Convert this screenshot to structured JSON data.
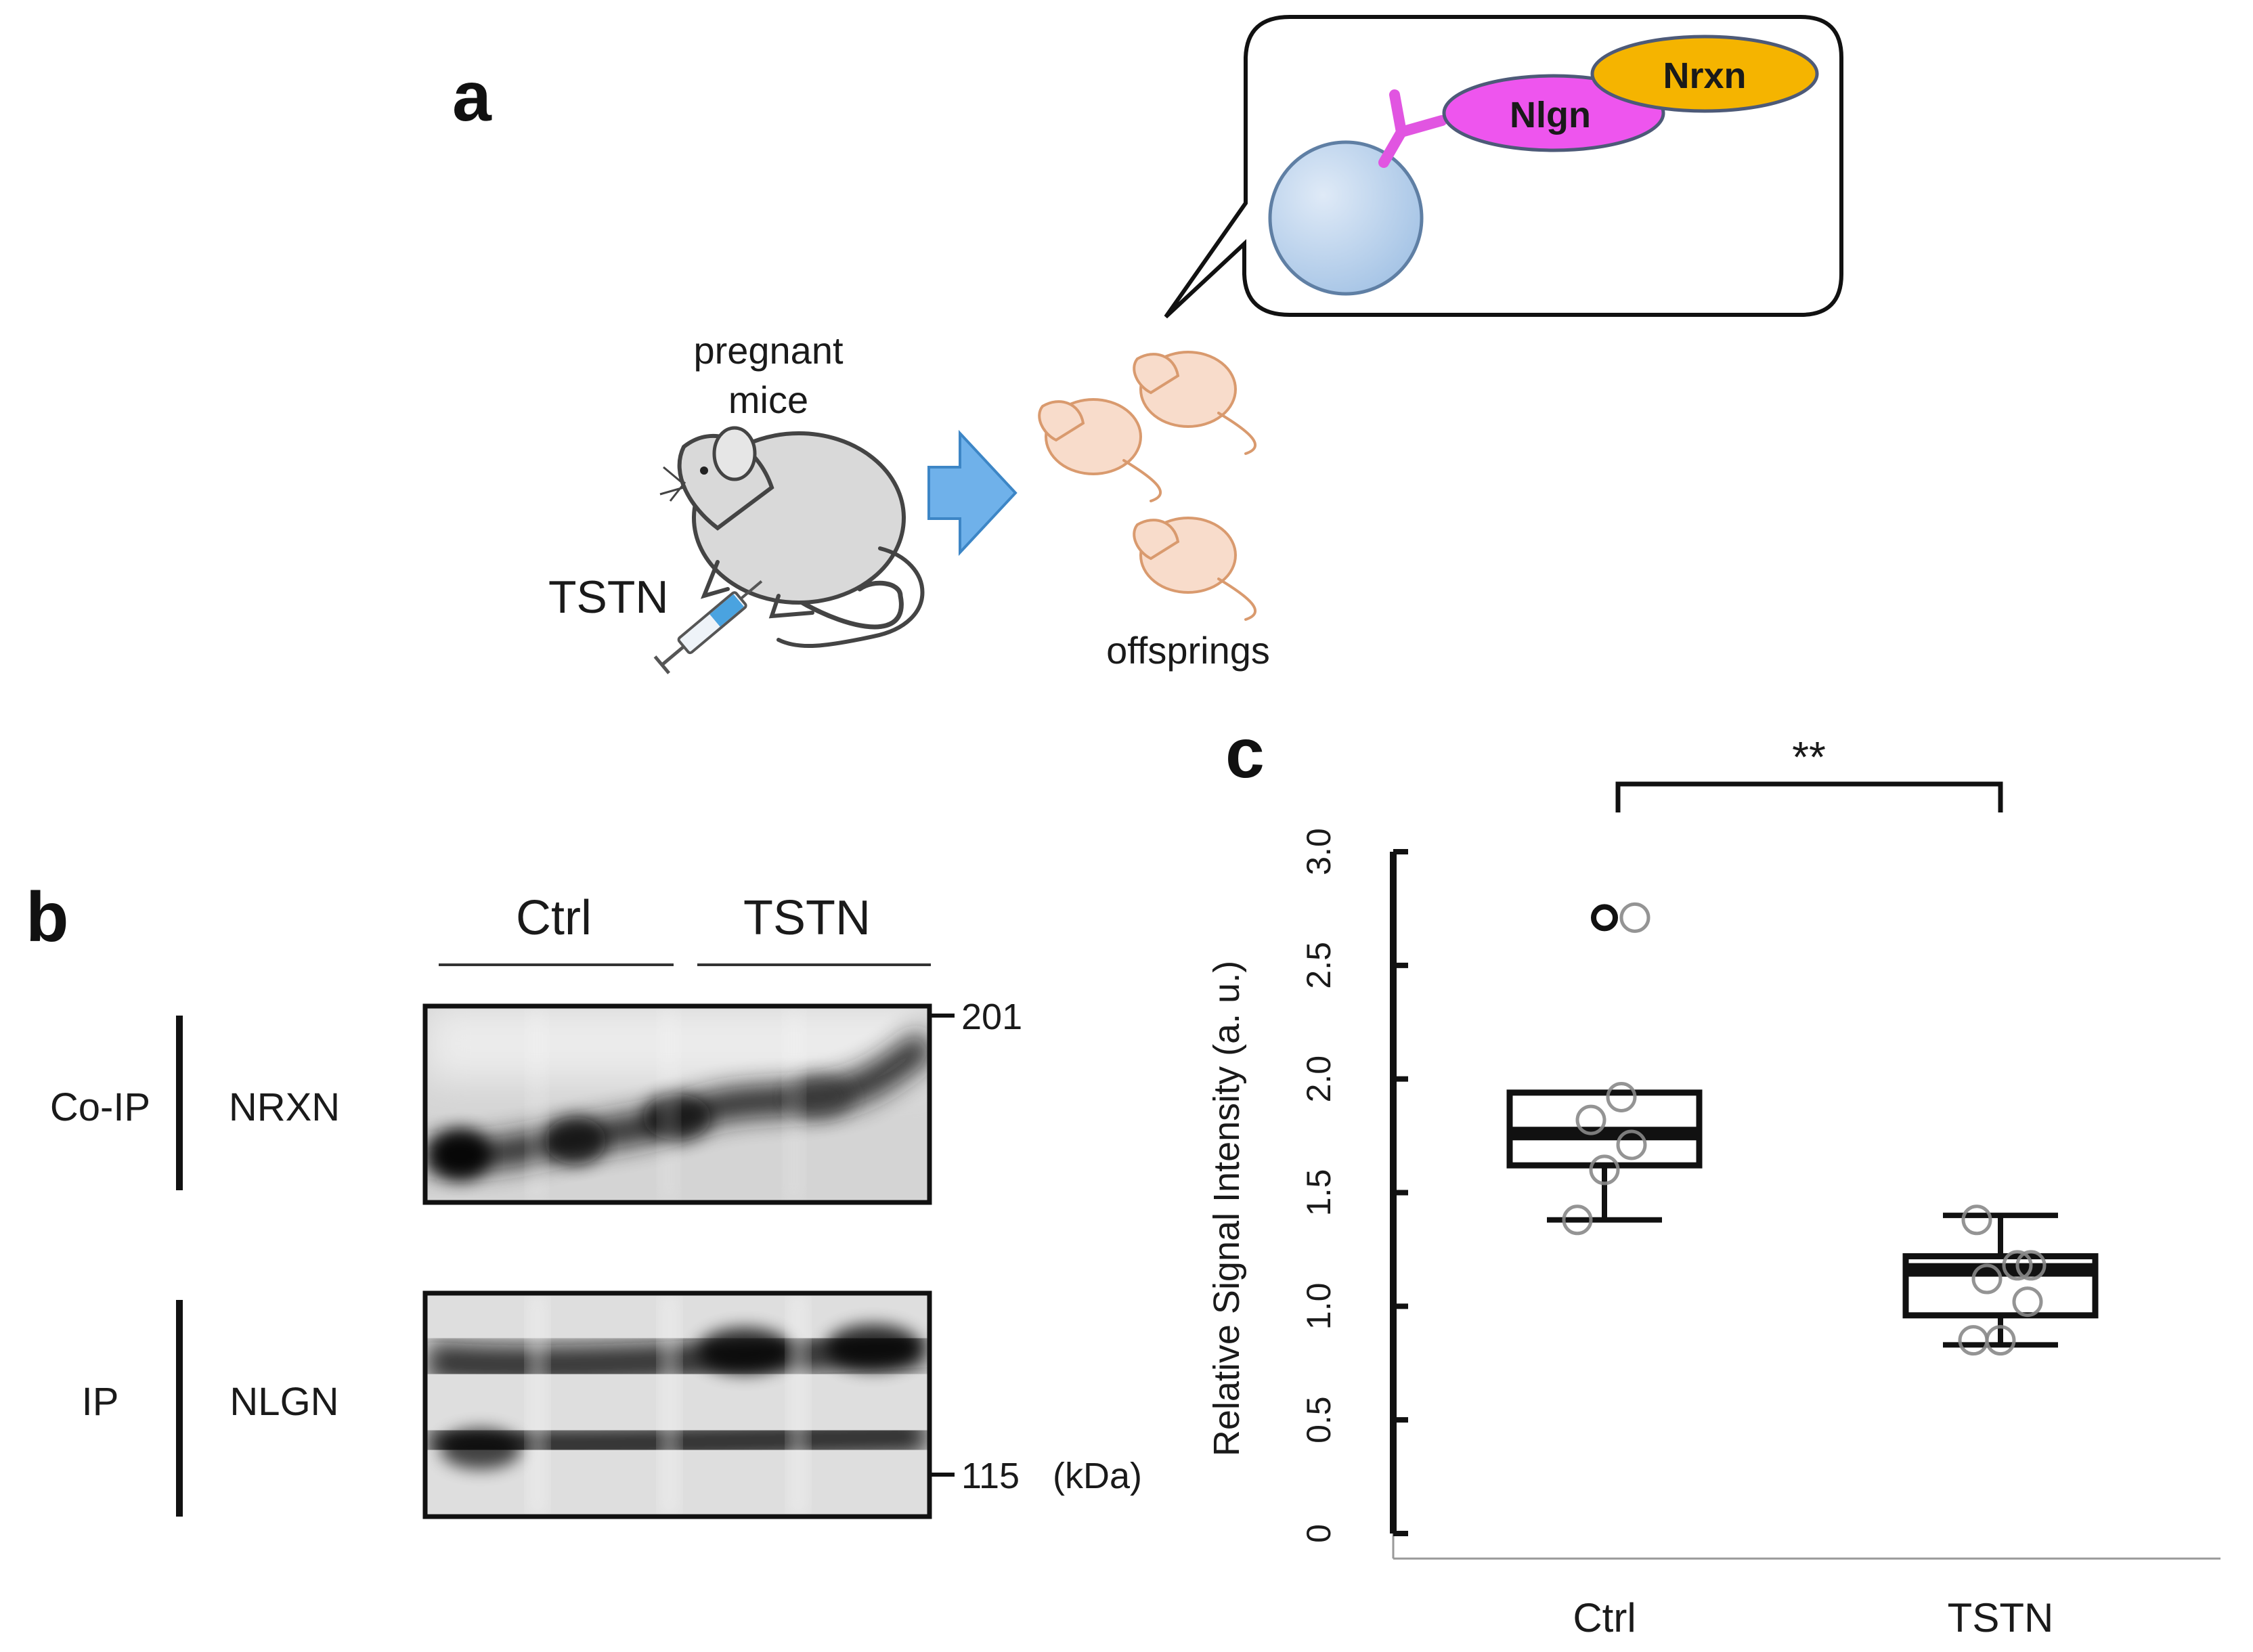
{
  "panel_a": {
    "letter": "a",
    "pregnant_line1": "pregnant",
    "pregnant_line2": "mice",
    "treatment": "TSTN",
    "offspring": "offsprings",
    "protein_1": "Nlgn",
    "protein_2": "Nrxn",
    "colors": {
      "nlgn": "#ee55ee",
      "nrxn": "#f5b400",
      "vesicle": "#a9c8e8",
      "arrow": "#6fb1ea",
      "mouse_adult": "#d9d9d9",
      "pup": "#f8dccb"
    }
  },
  "panel_b": {
    "letter": "b",
    "lane_groups": [
      "Ctrl",
      "TSTN"
    ],
    "coip_label": "Co-IP",
    "coip_target": "NRXN",
    "ip_label": "IP",
    "ip_target": "NLGN",
    "marker_top": "201",
    "marker_bottom": "115",
    "marker_unit": "(kDa)"
  },
  "panel_c": {
    "letter": "c",
    "significance": "**",
    "chart_data": {
      "type": "box",
      "ylabel": "Relative Signal Intensity (a. u.)",
      "yticks": [
        "0",
        "0.5",
        "1.0",
        "1.5",
        "2.0",
        "2.5",
        "3.0"
      ],
      "ylim": [
        0,
        3.0
      ],
      "categories": [
        "Ctrl",
        "TSTN"
      ],
      "boxes": [
        {
          "name": "Ctrl",
          "whisker_low": 1.38,
          "q1": 1.62,
          "median": 1.76,
          "q3": 1.94,
          "whisker_high": 1.94,
          "outliers": [
            2.71
          ],
          "points": [
            1.38,
            1.6,
            1.71,
            1.82,
            1.92,
            2.71
          ]
        },
        {
          "name": "TSTN",
          "whisker_low": 0.83,
          "q1": 0.96,
          "median": 1.16,
          "q3": 1.22,
          "whisker_high": 1.4,
          "outliers": [],
          "points": [
            0.85,
            0.85,
            1.02,
            1.12,
            1.18,
            1.18,
            1.38
          ]
        }
      ]
    }
  }
}
